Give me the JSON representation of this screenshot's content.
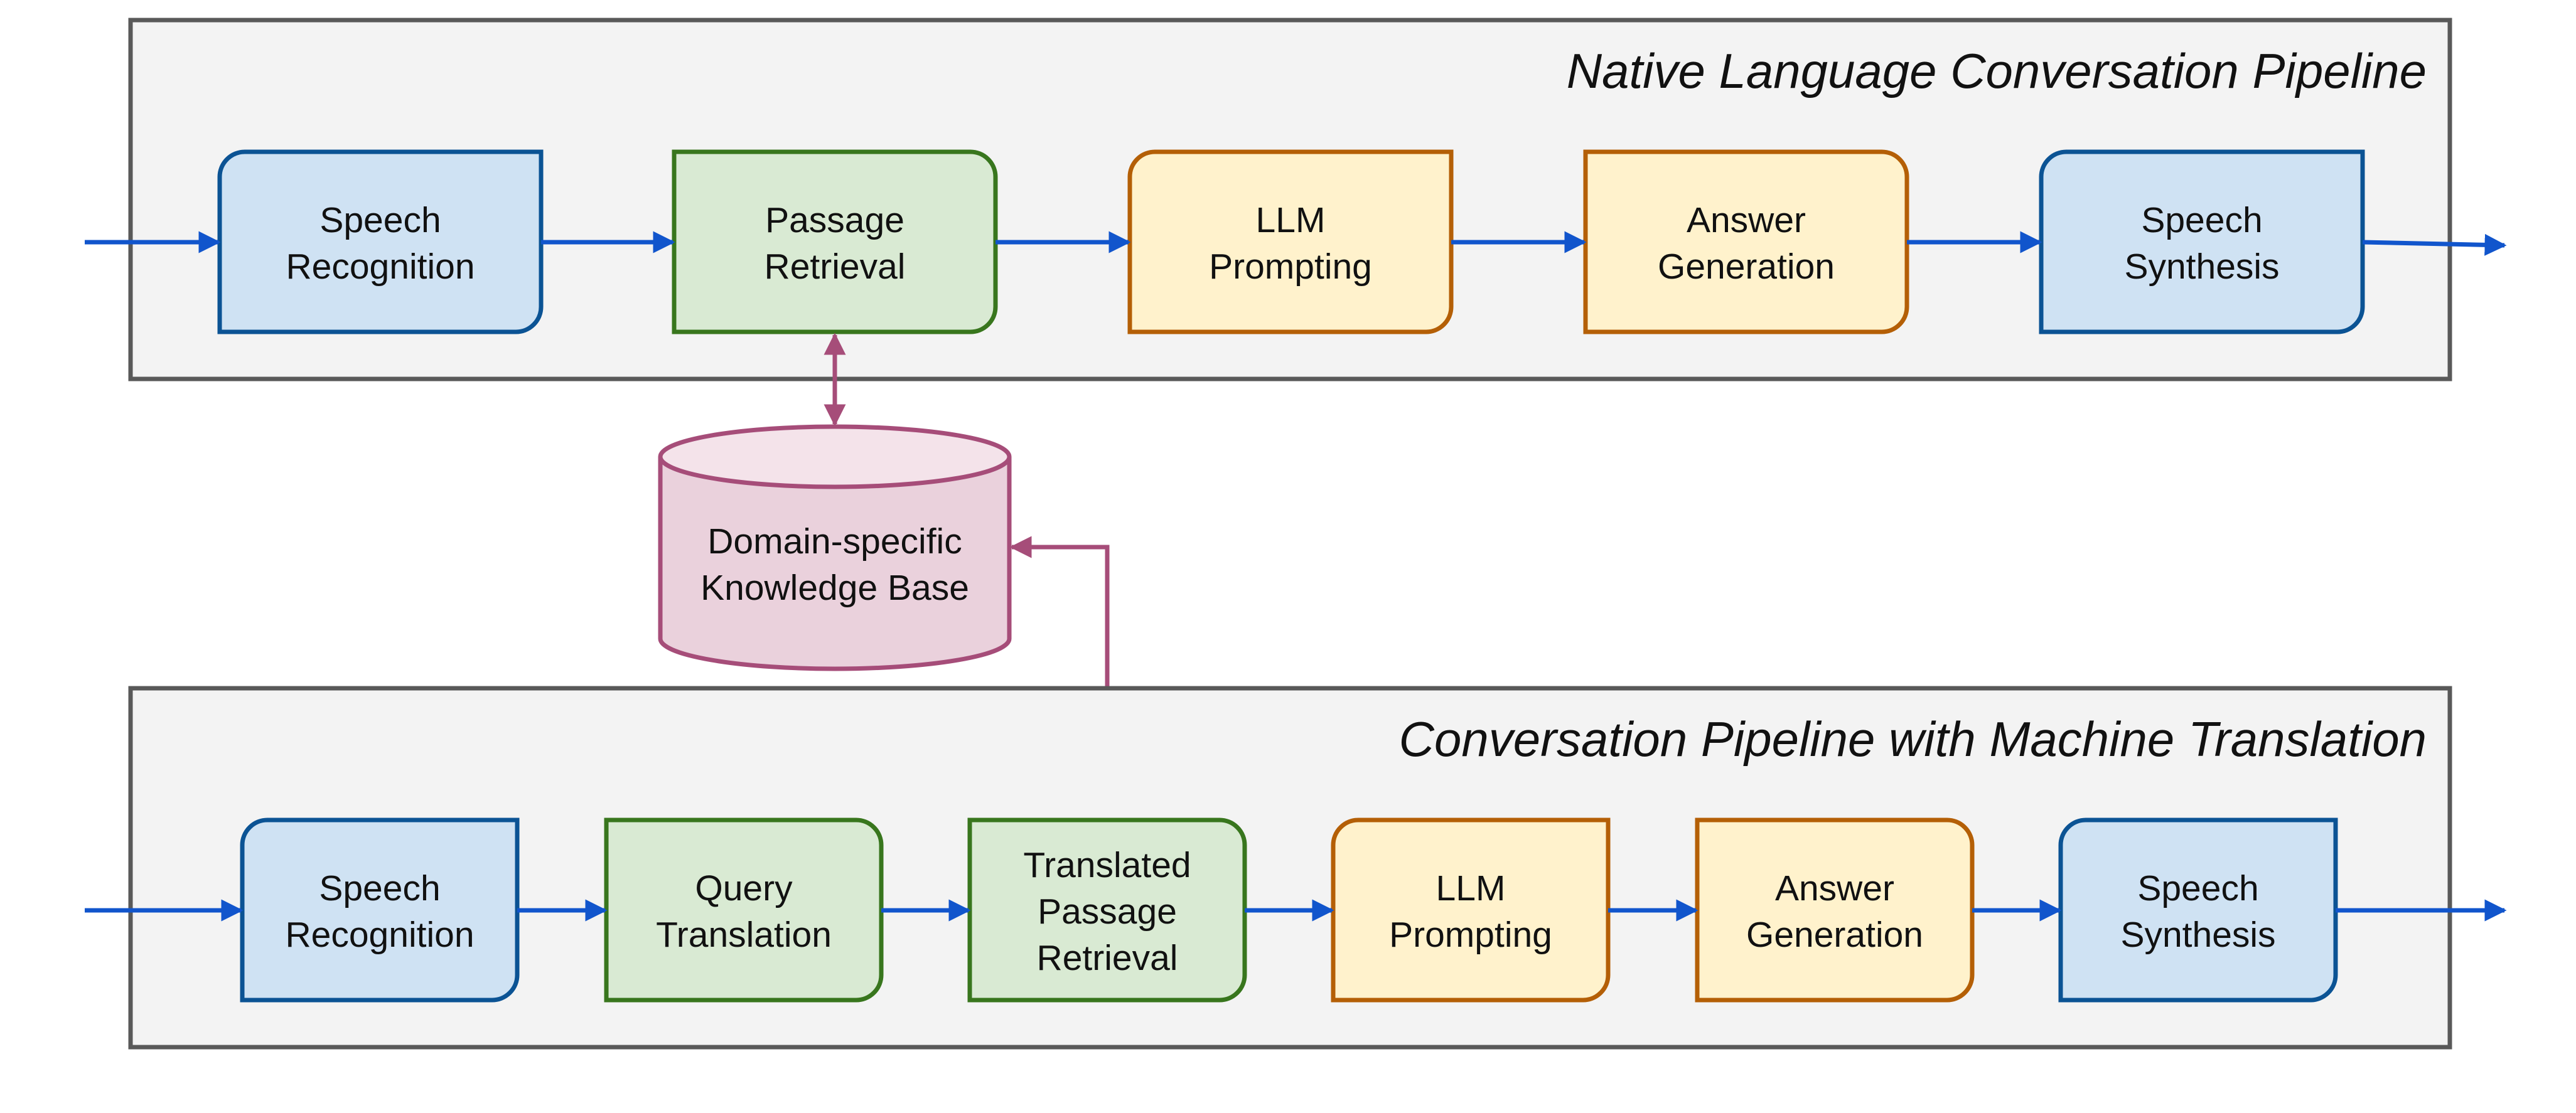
{
  "colors": {
    "blue_fill": "#cfe2f3",
    "blue_stroke": "#0b5394",
    "green_fill": "#d9ead3",
    "green_stroke": "#38761d",
    "yellow_fill": "#fff2cc",
    "yellow_stroke": "#b45f06",
    "pink_fill": "#ead1dc",
    "pink_stroke": "#a64d79",
    "panel_fill": "#f3f3f3",
    "panel_stroke": "#595959",
    "arrow_blue": "#1155cc",
    "arrow_pink": "#a64d79"
  },
  "top_pipeline": {
    "title": "Native Language Conversation Pipeline",
    "steps": [
      {
        "line1": "Speech",
        "line2": "Recognition",
        "color": "blue"
      },
      {
        "line1": "Passage",
        "line2": "Retrieval",
        "color": "green"
      },
      {
        "line1": "LLM",
        "line2": "Prompting",
        "color": "yellow"
      },
      {
        "line1": "Answer",
        "line2": "Generation",
        "color": "yellow"
      },
      {
        "line1": "Speech",
        "line2": "Synthesis",
        "color": "blue"
      }
    ]
  },
  "knowledge_base": {
    "line1": "Domain-specific",
    "line2": "Knowledge Base"
  },
  "bottom_pipeline": {
    "title": "Conversation Pipeline with Machine Translation",
    "steps": [
      {
        "line1": "Speech",
        "line2": "Recognition",
        "color": "blue"
      },
      {
        "line1": "Query",
        "line2": "Translation",
        "color": "green"
      },
      {
        "line1": "Translated",
        "line2": "Passage",
        "line3": "Retrieval",
        "color": "green"
      },
      {
        "line1": "LLM",
        "line2": "Prompting",
        "color": "yellow"
      },
      {
        "line1": "Answer",
        "line2": "Generation",
        "color": "yellow"
      },
      {
        "line1": "Speech",
        "line2": "Synthesis",
        "color": "blue"
      }
    ]
  }
}
